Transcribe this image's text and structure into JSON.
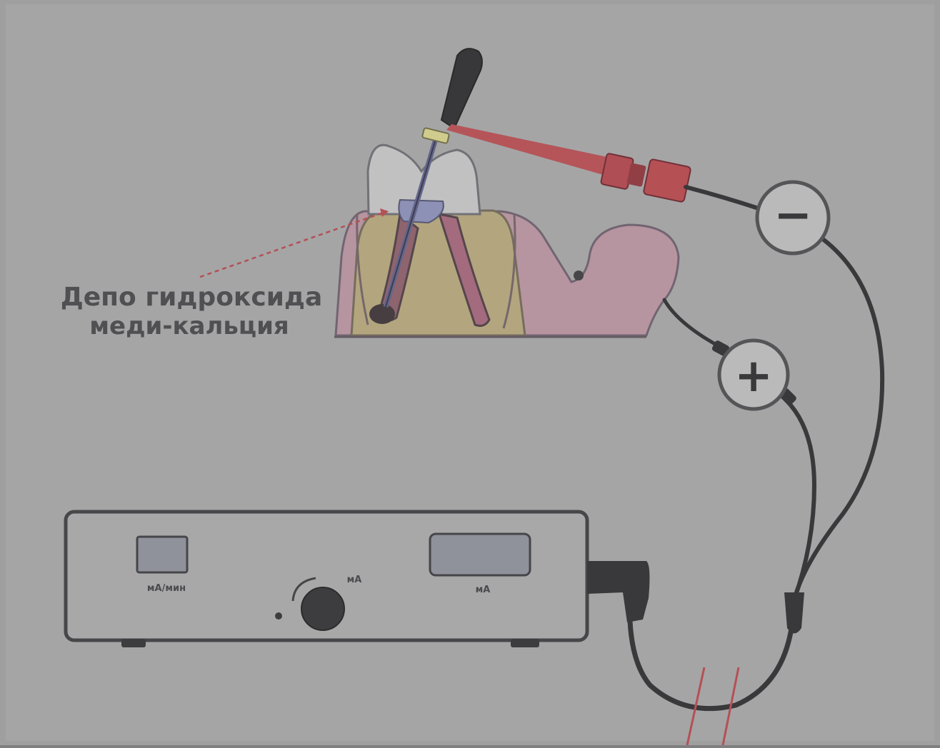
{
  "caption": {
    "line1": "Депо гидроксида",
    "line2": "меди-кальция"
  },
  "terminals": {
    "negative_symbol": "−",
    "positive_symbol": "+"
  },
  "device": {
    "left_display_unit": "мА/мин",
    "knob_label": "мА",
    "right_display_unit": "мА"
  },
  "colors": {
    "background": "#a4a4a5",
    "electrode_red": "#b8454a",
    "cable_dark": "#2b2b2d",
    "gum_pink": "#c795a6",
    "dentin_tan": "#b9ab7a"
  }
}
